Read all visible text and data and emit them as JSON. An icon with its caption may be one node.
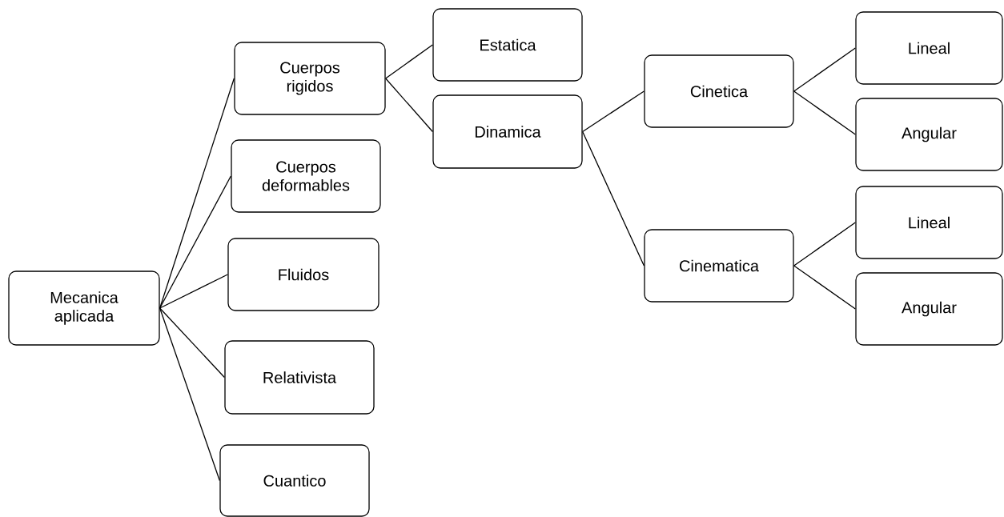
{
  "diagram": {
    "nodes": [
      {
        "text": [
          "Mecanica aplicada"
        ]
      },
      {
        "text": [
          "Cuerpos rigidos"
        ]
      },
      {
        "text": [
          "Cuerpos deformables"
        ]
      },
      {
        "text": [
          "Fluidos"
        ]
      },
      {
        "text": [
          "Relativista"
        ]
      },
      {
        "text": [
          "Cuantico"
        ]
      },
      {
        "text": [
          "Estatica"
        ]
      },
      {
        "text": [
          "Dinamica"
        ]
      },
      {
        "text": [
          "Cinetica"
        ]
      },
      {
        "text": [
          "Cinematica"
        ]
      },
      {
        "text": [
          "Lineal"
        ]
      },
      {
        "text": [
          "Angular"
        ]
      },
      {
        "text": [
          "Lineal"
        ]
      },
      {
        "text": [
          "Angular"
        ]
      }
    ],
    "edges": [
      {
        "from": 0,
        "to": 1,
        "arrow": "none"
      },
      {
        "from": 0,
        "to": 2,
        "arrow": "none"
      },
      {
        "from": 0,
        "to": 3,
        "arrow": "none"
      },
      {
        "from": 0,
        "to": 4,
        "arrow": "none"
      },
      {
        "from": 0,
        "to": 5,
        "arrow": "none"
      },
      {
        "from": 1,
        "to": 6,
        "arrow": "none"
      },
      {
        "from": 1,
        "to": 7,
        "arrow": "none"
      },
      {
        "from": 7,
        "to": 8,
        "arrow": "none"
      },
      {
        "from": 7,
        "to": 9,
        "arrow": "none"
      },
      {
        "from": 8,
        "to": 10,
        "arrow": "none"
      },
      {
        "from": 8,
        "to": 11,
        "arrow": "none"
      },
      {
        "from": 9,
        "to": 12,
        "arrow": "none"
      },
      {
        "from": 9,
        "to": 13,
        "arrow": "none"
      }
    ]
  }
}
